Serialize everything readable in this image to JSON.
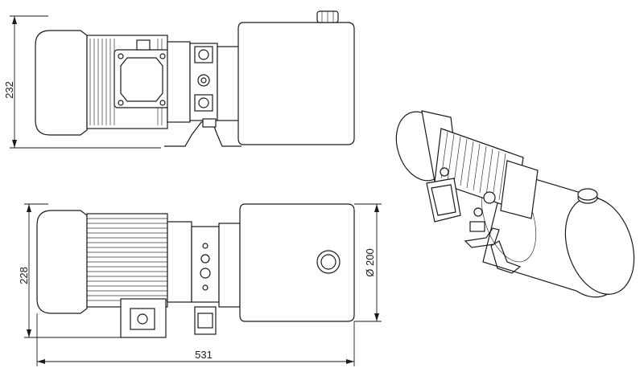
{
  "dimensions": {
    "top_height": "232",
    "bottom_height": "228",
    "total_length": "531",
    "tank_diameter": "Ø 200"
  },
  "colors": {
    "line": "#1a1a1a",
    "background": "#ffffff"
  }
}
